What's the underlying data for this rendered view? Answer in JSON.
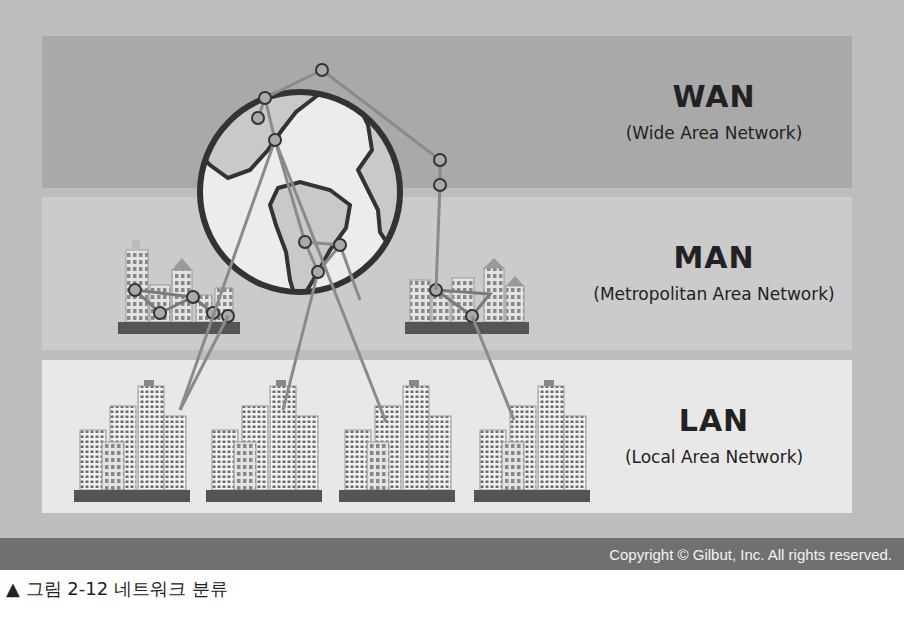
{
  "diagram": {
    "caption": "▲ 그림 2-12 네트워크 분류",
    "nodes": [
      {
        "text": [
          "WAN",
          "(Wide Area Network)"
        ]
      },
      {
        "text": [
          "MAN",
          "(Metropolitan Area Network)"
        ]
      },
      {
        "text": [
          "LAN",
          "(Local Area Network)"
        ]
      }
    ],
    "labels": [
      "Copyright © Gilbut, Inc. All rights reserved."
    ]
  }
}
